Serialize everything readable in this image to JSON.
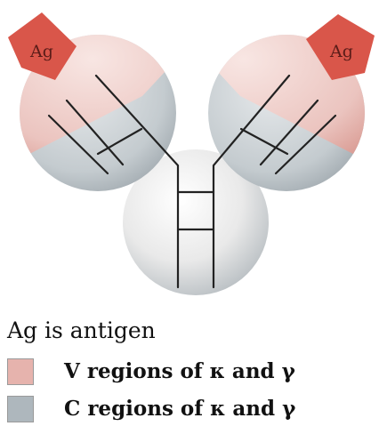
{
  "diagram": {
    "antigen_labels": [
      "Ag",
      "Ag"
    ]
  },
  "legend": {
    "title": "Ag is antigen",
    "items": [
      {
        "label": "V regions of κ and γ",
        "color": "#e6b3ad"
      },
      {
        "label": "C regions of κ and γ",
        "color": "#aeb7bd"
      }
    ]
  },
  "colors": {
    "antigen_fill": "#d9564a",
    "v_region": "#e6b3ad",
    "c_region": "#aeb7bd",
    "chain_lines": "#222222"
  }
}
